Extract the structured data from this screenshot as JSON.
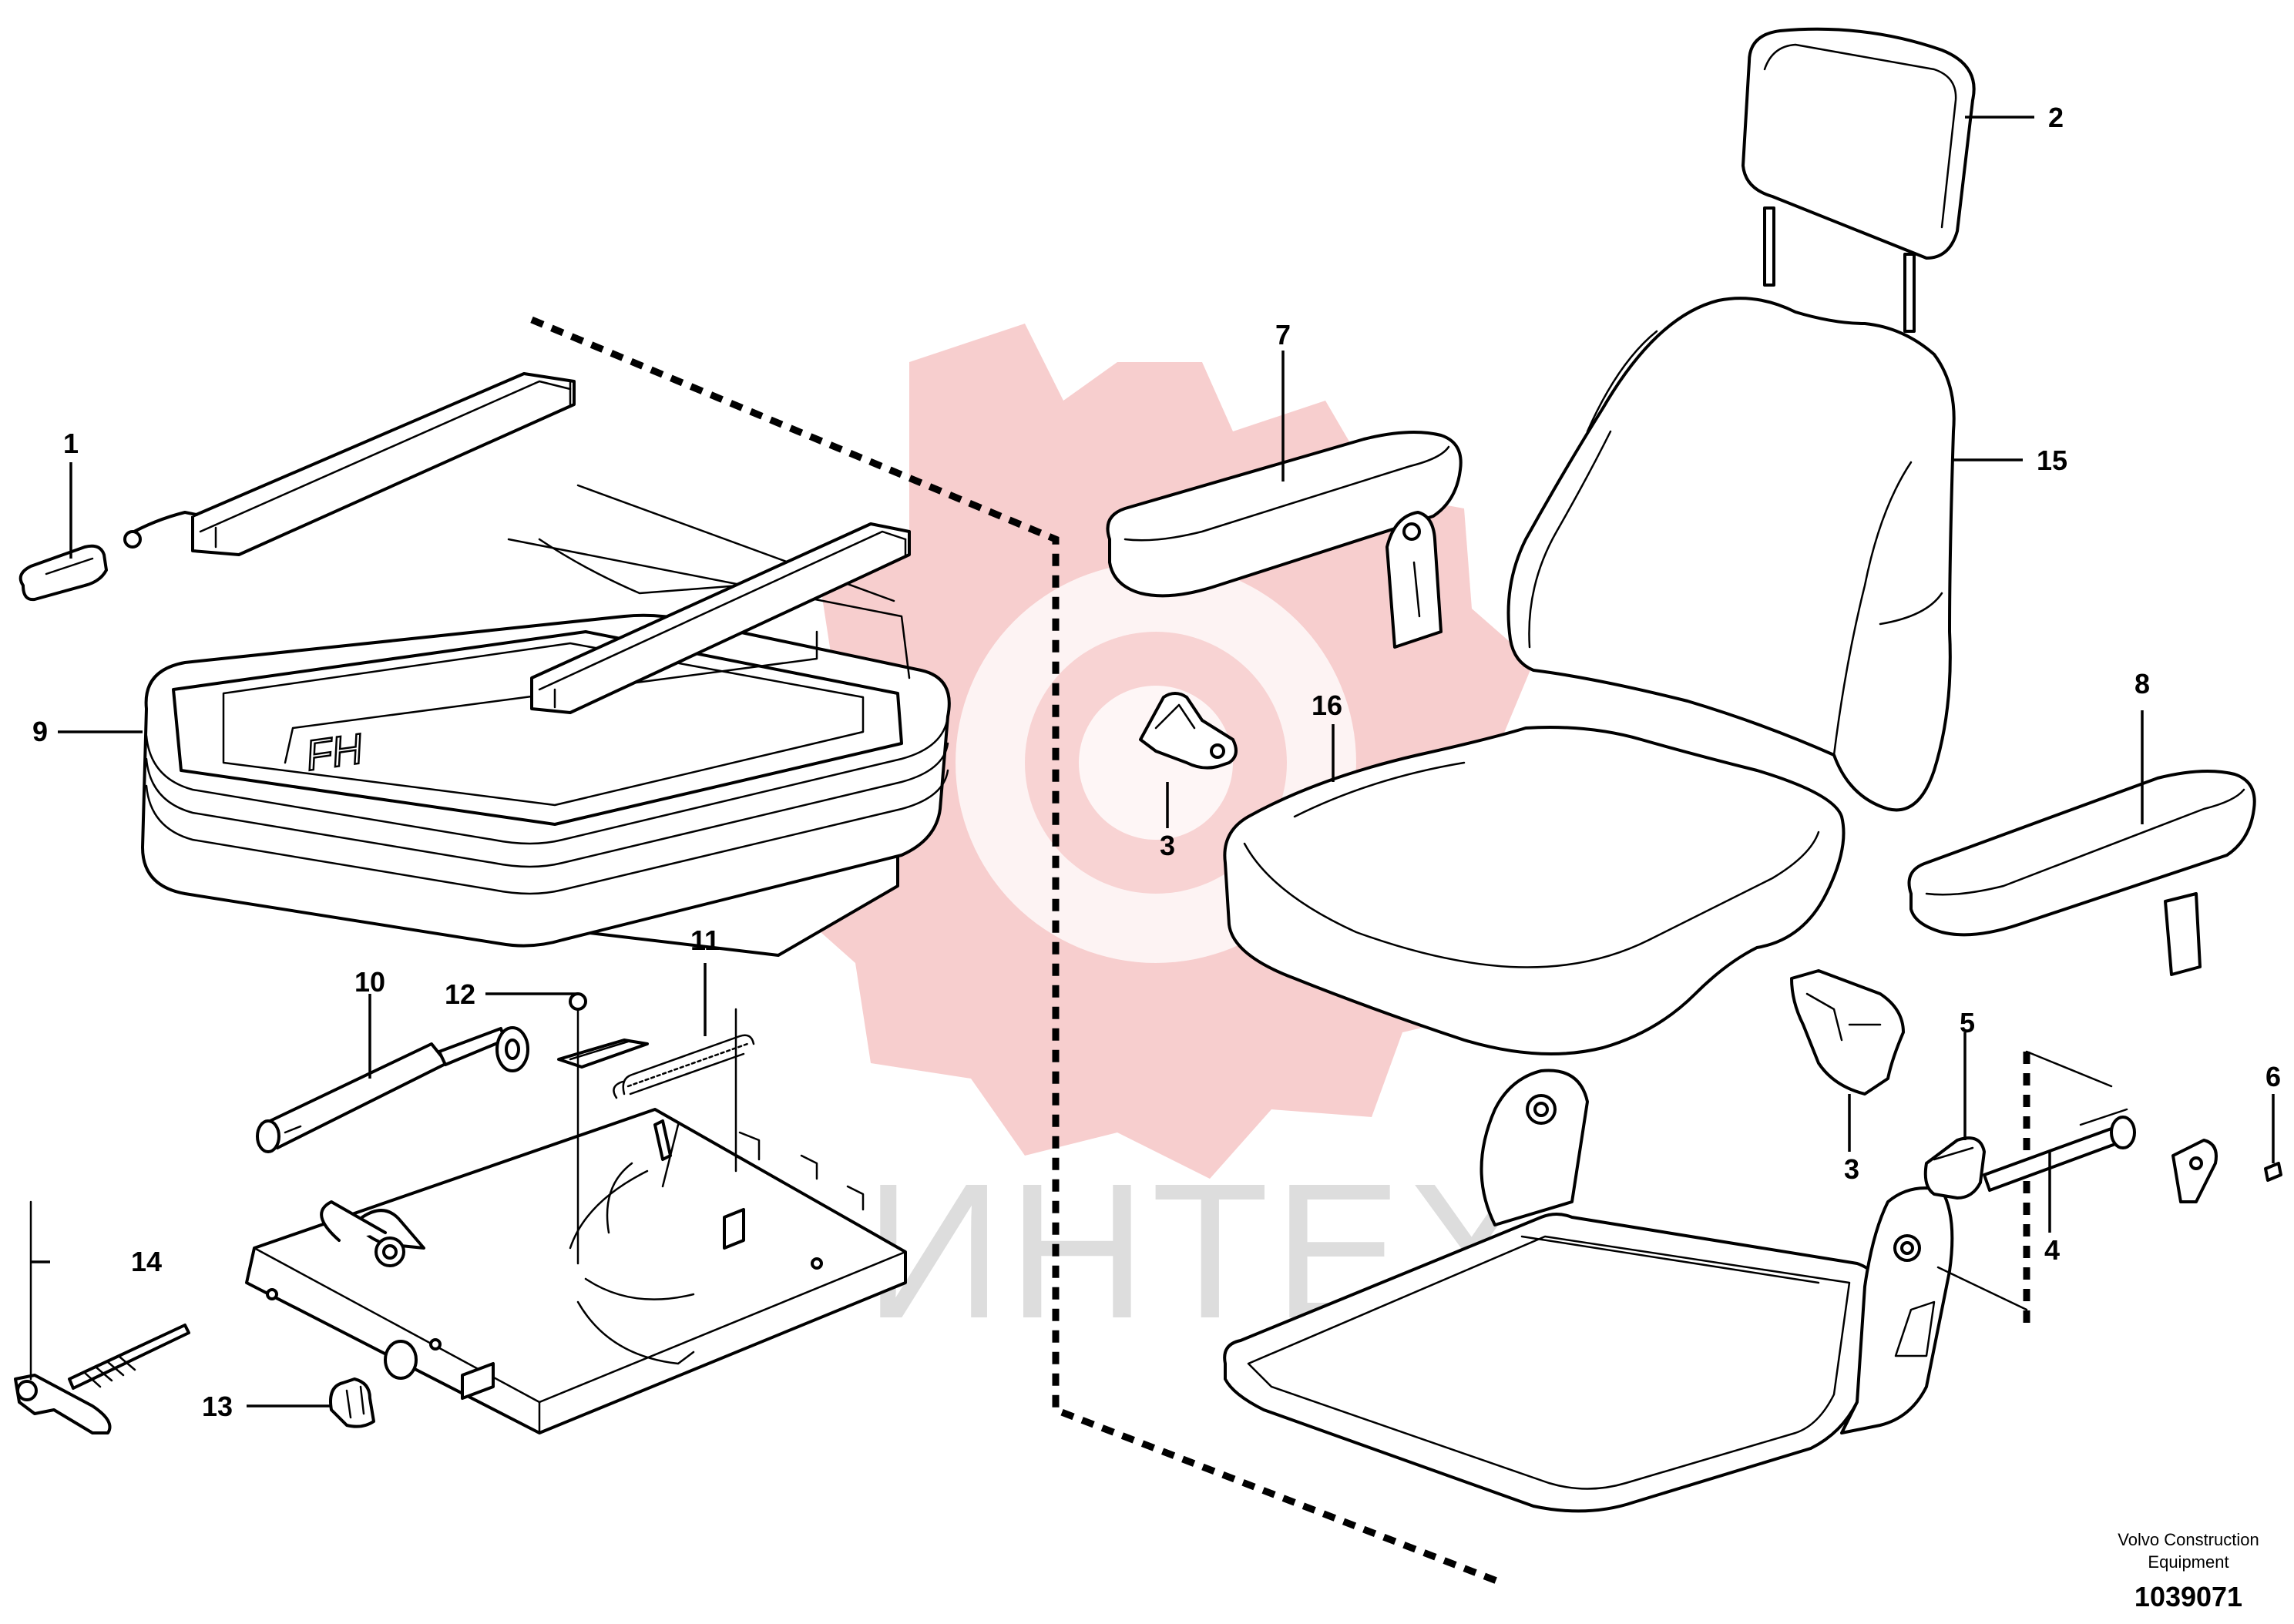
{
  "figure": {
    "callouts": [
      "1",
      "2",
      "3",
      "3",
      "4",
      "5",
      "6",
      "7",
      "8",
      "9",
      "10",
      "11",
      "12",
      "13",
      "14",
      "15",
      "16"
    ],
    "watermark_text": "ИНТЕХ",
    "publisher_line1": "Volvo Construction",
    "publisher_line2": "Equipment",
    "doc_number": "1039071"
  },
  "colors": {
    "line": "#000000",
    "watermark": "#f2aeae",
    "watermark_text": "#d8d8d8",
    "background": "#ffffff"
  }
}
